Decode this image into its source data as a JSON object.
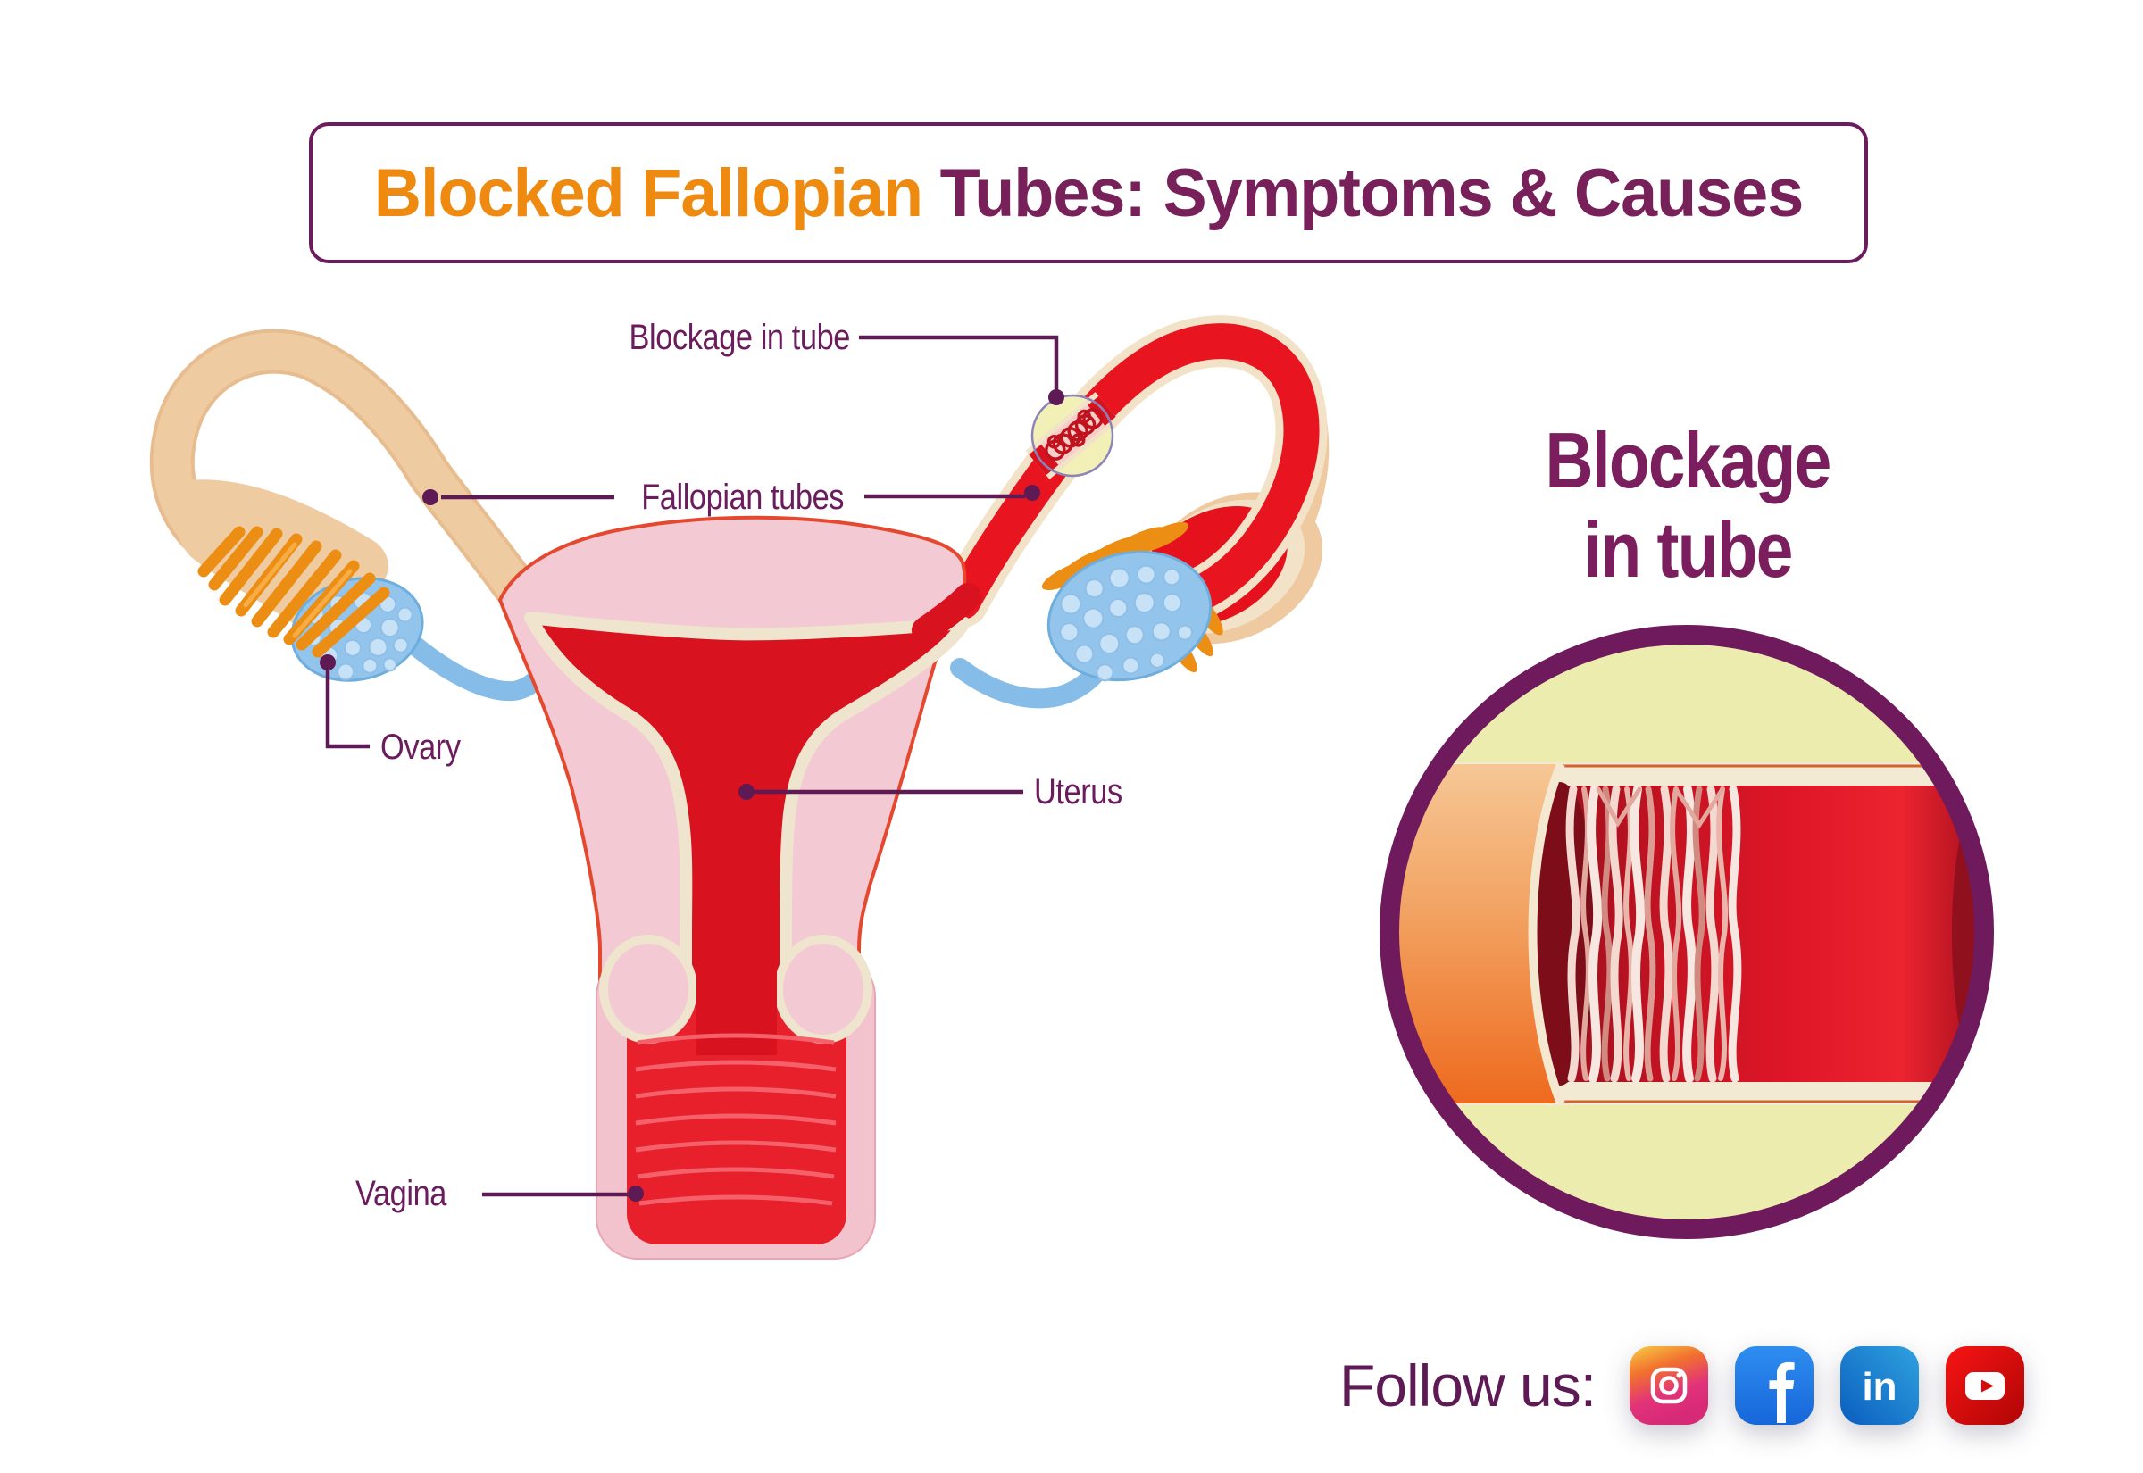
{
  "title": {
    "highlight": "Blocked Fallopian",
    "rest": "Tubes: Symptoms & Causes"
  },
  "diagram": {
    "labels": {
      "blockage": "Blockage in tube",
      "fallopian": "Fallopian tubes",
      "ovary": "Ovary",
      "uterus": "Uterus",
      "vagina": "Vagina"
    }
  },
  "inset": {
    "heading_line1": "Blockage",
    "heading_line2": "in tube"
  },
  "footer": {
    "follow_label": "Follow us:",
    "social": [
      {
        "name": "instagram-icon"
      },
      {
        "name": "facebook-icon"
      },
      {
        "name": "linkedin-icon",
        "glyph": "in"
      },
      {
        "name": "youtube-icon"
      }
    ]
  },
  "colors": {
    "title_orange": "#EE8A0F",
    "title_purple": "#772059",
    "outline_purple": "#6B1C5C",
    "leader_purple": "#5E1A54",
    "tube_tan": "#EFCBA1",
    "fimbriae_orange": "#EC8E13",
    "ovary_blue": "#93C5EC",
    "uterus_pink": "#F3C9D3",
    "cavity_red": "#D8121F",
    "vagina_red": "#E8202B",
    "lining_cream": "#EFE4CE",
    "blocked_tube_red": "#E8141F",
    "blockage_halo_yellow": "#F2F0B6",
    "inset_bg_yellow": "#EDECAF",
    "inset_ring_purple": "#6E1A5C"
  }
}
